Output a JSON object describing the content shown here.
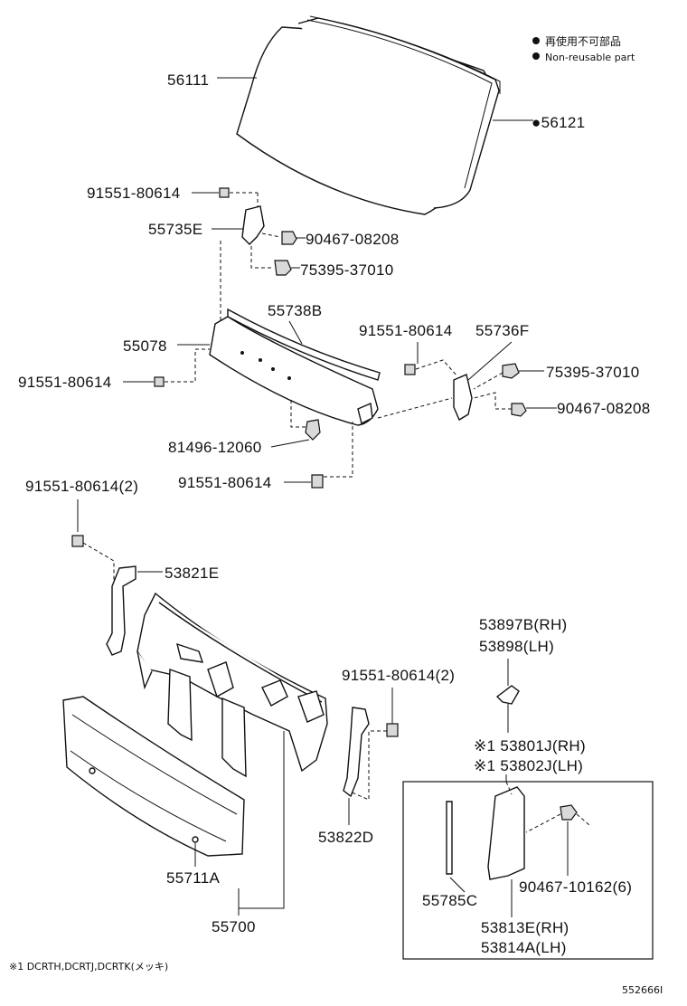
{
  "legend": {
    "jp": "再使用不可部品",
    "en": "Non-reusable part"
  },
  "labels": {
    "p56111": "56111",
    "p56121": "●56121",
    "p91551_a": "91551-80614",
    "p55735E": "55735E",
    "p90467_a": "90467-08208",
    "p75395_a": "75395-37010",
    "p55738B": "55738B",
    "p55078": "55078",
    "p91551_b": "91551-80614",
    "p55736F": "55736F",
    "p91551_c": "91551-80614",
    "p75395_b": "75395-37010",
    "p90467_b": "90467-08208",
    "p81496": "81496-12060",
    "p91551_d": "91551-80614",
    "p91551_e": "91551-80614(2)",
    "p53821E": "53821E",
    "p53897B": "53897B(RH)",
    "p53898": "53898(LH)",
    "p91551_f": "91551-80614(2)",
    "p53801J": "※1 53801J(RH)",
    "p53802J": "※1 53802J(LH)",
    "p53822D": "53822D",
    "p55711A": "55711A",
    "p55785C": "55785C",
    "p90467_c": "90467-10162(6)",
    "p55700": "55700",
    "p53813E": "53813E(RH)",
    "p53814A": "53814A(LH)"
  },
  "footnote": "※1 DCRTH,DCRTJ,DCRTK(メッキ)",
  "figure_id": "552666I"
}
